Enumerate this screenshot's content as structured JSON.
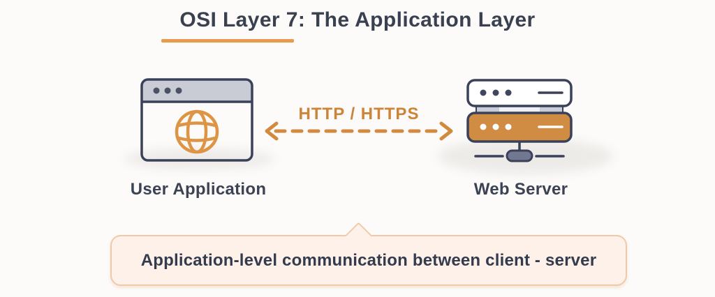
{
  "title": {
    "text": "OSI Layer 7: The Application Layer"
  },
  "nodes": {
    "client": {
      "label": "User Application",
      "icon": "browser-window-with-globe"
    },
    "server": {
      "label": "Web Server",
      "icon": "server-stack-with-network-node"
    }
  },
  "connection": {
    "label": "HTTP / HTTPS",
    "style": "dashed-double-headed-arrow"
  },
  "caption": {
    "text": "Application-level communication between client - server"
  },
  "colors": {
    "ink": "#39404F",
    "accent_orange": "#DB9143",
    "server_fill_orange": "#D08C42",
    "browser_titlebar_gray": "#C9CCD4",
    "caption_bg": "#FDF1EA",
    "caption_border": "#F1C9A7",
    "background": "#FCFBFA"
  }
}
